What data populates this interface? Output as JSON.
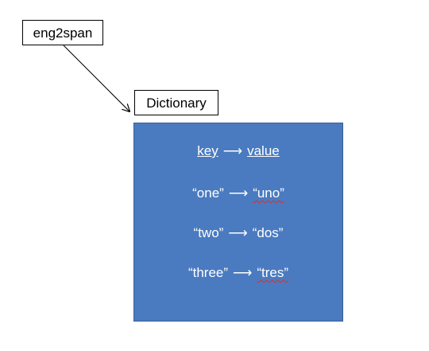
{
  "variable": {
    "name": "eng2span"
  },
  "dictionary": {
    "label": "Dictionary",
    "header": {
      "key": "key",
      "arrow": "⟶",
      "value": "value"
    },
    "entries": [
      {
        "key": "“one”",
        "arrow": "⟶",
        "value": "“uno”"
      },
      {
        "key": "“two”",
        "arrow": "⟶",
        "value": "“dos”"
      },
      {
        "key": "“three”",
        "arrow": "⟶",
        "value": "“tres”"
      }
    ]
  },
  "colors": {
    "panel_fill": "#4a7bc0",
    "panel_border": "#3a5f95",
    "text_on_panel": "#ffffff",
    "spellcheck_underline": "#d63030"
  }
}
